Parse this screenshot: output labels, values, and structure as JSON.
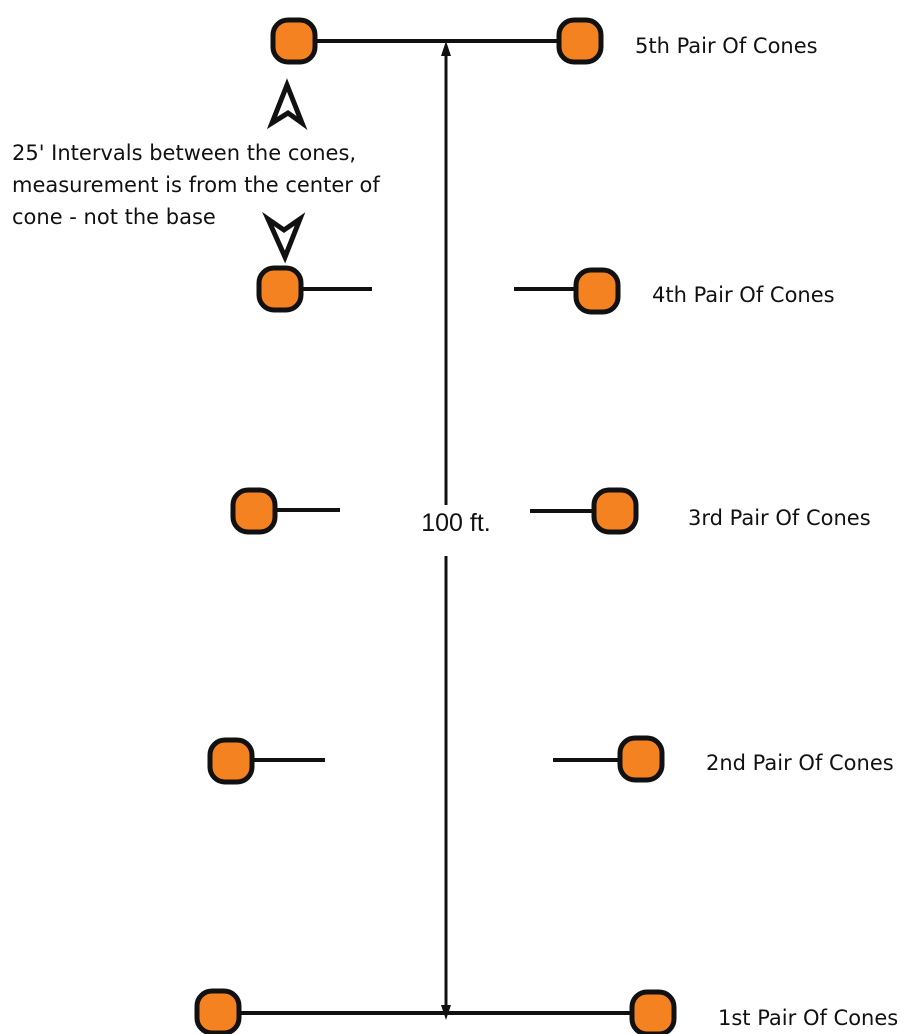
{
  "diagram": {
    "cone_color": "#F58220",
    "outline_color": "#111111",
    "distance_label": "100  ft.",
    "note": {
      "lines": [
        "25' Intervals between the cones,",
        "measurement is from the center of",
        "cone - not the base"
      ]
    },
    "pairs": [
      {
        "label": "5th Pair Of Cones"
      },
      {
        "label": "4th Pair Of Cones"
      },
      {
        "label": "3rd Pair Of Cones"
      },
      {
        "label": "2nd Pair Of Cones"
      },
      {
        "label": "1st Pair Of Cones"
      }
    ],
    "icons": {
      "up": "arrow-up-icon",
      "down": "arrow-down-icon"
    }
  }
}
